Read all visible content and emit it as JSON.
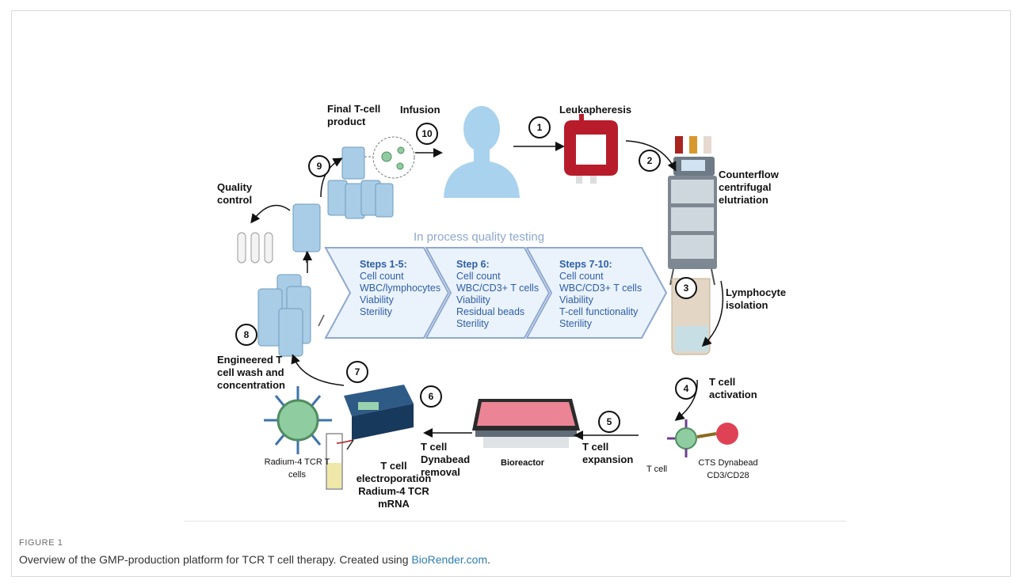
{
  "labels": {
    "final_product": "Final T-cell product",
    "infusion": "Infusion",
    "leukapheresis": "Leukapheresis",
    "counterflow": "Counterflow centrifugal elutriation",
    "quality_control": "Quality control",
    "lymphocyte_isolation": "Lymphocyte isolation",
    "engineered": "Engineered T cell wash and concentration",
    "t_cell_activation": "T cell activation",
    "t_cell_expansion": "T cell expansion",
    "bioreactor": "Bioreactor",
    "dynabead_removal": "T cell Dynabead removal",
    "electroporation": "T cell electroporation Radium-4 TCR mRNA",
    "radium_cells": "Radium-4 TCR T cells",
    "t_cell": "T cell",
    "cts_dynabead": "CTS Dynabead CD3/CD28"
  },
  "numbers": [
    "1",
    "2",
    "3",
    "4",
    "5",
    "6",
    "7",
    "8",
    "9",
    "10"
  ],
  "qc_banner": {
    "title": "In process quality testing",
    "steps": [
      {
        "heading": "Steps 1-5:",
        "items": [
          "Cell count",
          "WBC/lymphocytes",
          "Viability",
          "Sterility"
        ]
      },
      {
        "heading": "Step 6:",
        "items": [
          "Cell count",
          "WBC/CD3+ T cells",
          "Viability",
          "Residual beads",
          "Sterility"
        ]
      },
      {
        "heading": "Steps 7-10:",
        "items": [
          "Cell count",
          "WBC/CD3+ T cells",
          "Viability",
          "T-cell functionality",
          "Sterility"
        ]
      }
    ]
  },
  "figure": {
    "label": "FIGURE 1",
    "caption": "Overview of the GMP-production platform for TCR T cell therapy. Created using ",
    "caption_link": "BioRender.com",
    "caption_end": "."
  },
  "colors": {
    "banner_fill": "#eaf2fb",
    "banner_stroke": "#8ea8cf",
    "text_blue": "#2e5fa7",
    "bag_blue": "#a9cde6",
    "blood_red": "#b81c2b",
    "person": "#a8d2ee"
  }
}
